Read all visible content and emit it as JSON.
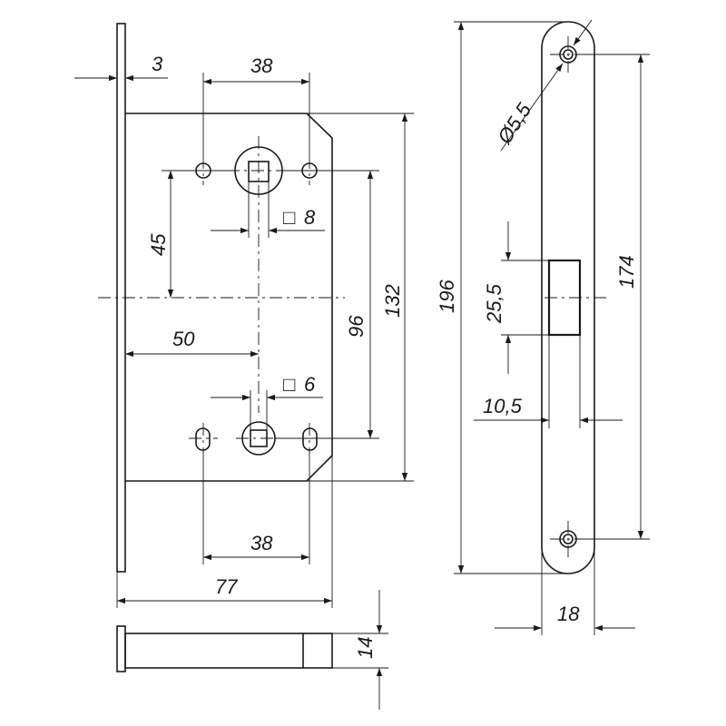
{
  "drawing": {
    "title": "",
    "dimensions": {
      "faceplate_thickness": "3",
      "screw_hole_spacing_top": "38",
      "square_top": "8",
      "offset_45": "45",
      "backset": "50",
      "square_bottom": "6",
      "screw_hole_spacing_bottom": "38",
      "body_depth": "77",
      "height_96": "96",
      "body_height": "132",
      "faceplate_height": "196",
      "mount_hole_diameter": "5,5",
      "latch_height": "25,5",
      "latch_width": "10,5",
      "mount_hole_spacing": "174",
      "faceplate_width": "18",
      "body_thickness": "14"
    },
    "symbols": {
      "square": "□",
      "diameter": "Ø"
    }
  }
}
